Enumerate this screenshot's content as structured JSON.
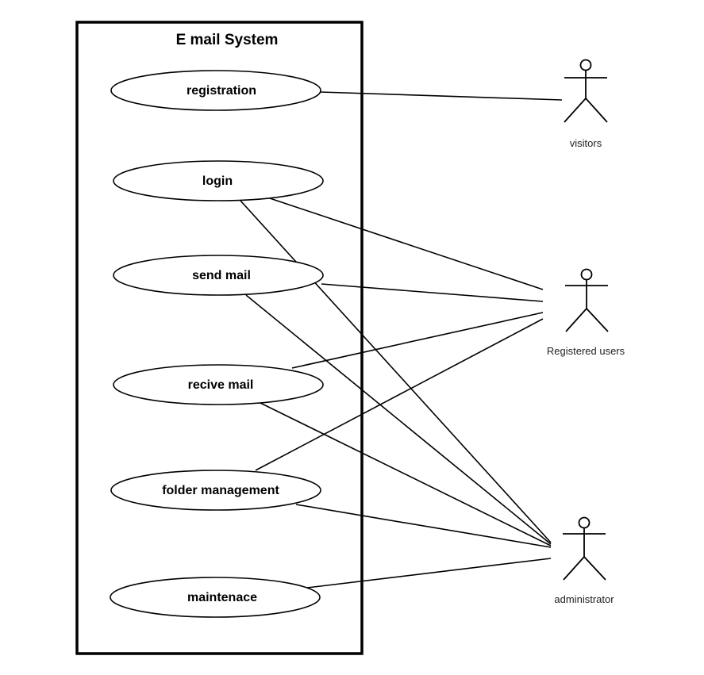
{
  "system": {
    "title": "E mail System"
  },
  "use_cases": [
    {
      "id": "registration",
      "label": "registration"
    },
    {
      "id": "login",
      "label": "login"
    },
    {
      "id": "send-mail",
      "label": "send mail"
    },
    {
      "id": "recive-mail",
      "label": "recive mail"
    },
    {
      "id": "folder-management",
      "label": "folder management"
    },
    {
      "id": "maintenace",
      "label": "maintenace"
    }
  ],
  "actors": [
    {
      "id": "visitors",
      "label": "visitors"
    },
    {
      "id": "registered-users",
      "label": "Registered users"
    },
    {
      "id": "administrator",
      "label": "administrator"
    }
  ],
  "associations": [
    {
      "use_case": "registration",
      "actor": "visitors"
    },
    {
      "use_case": "login",
      "actor": "registered-users"
    },
    {
      "use_case": "login",
      "actor": "administrator"
    },
    {
      "use_case": "send-mail",
      "actor": "registered-users"
    },
    {
      "use_case": "send-mail",
      "actor": "administrator"
    },
    {
      "use_case": "recive-mail",
      "actor": "registered-users"
    },
    {
      "use_case": "recive-mail",
      "actor": "administrator"
    },
    {
      "use_case": "folder-management",
      "actor": "registered-users"
    },
    {
      "use_case": "folder-management",
      "actor": "administrator"
    },
    {
      "use_case": "maintenace",
      "actor": "administrator"
    }
  ]
}
